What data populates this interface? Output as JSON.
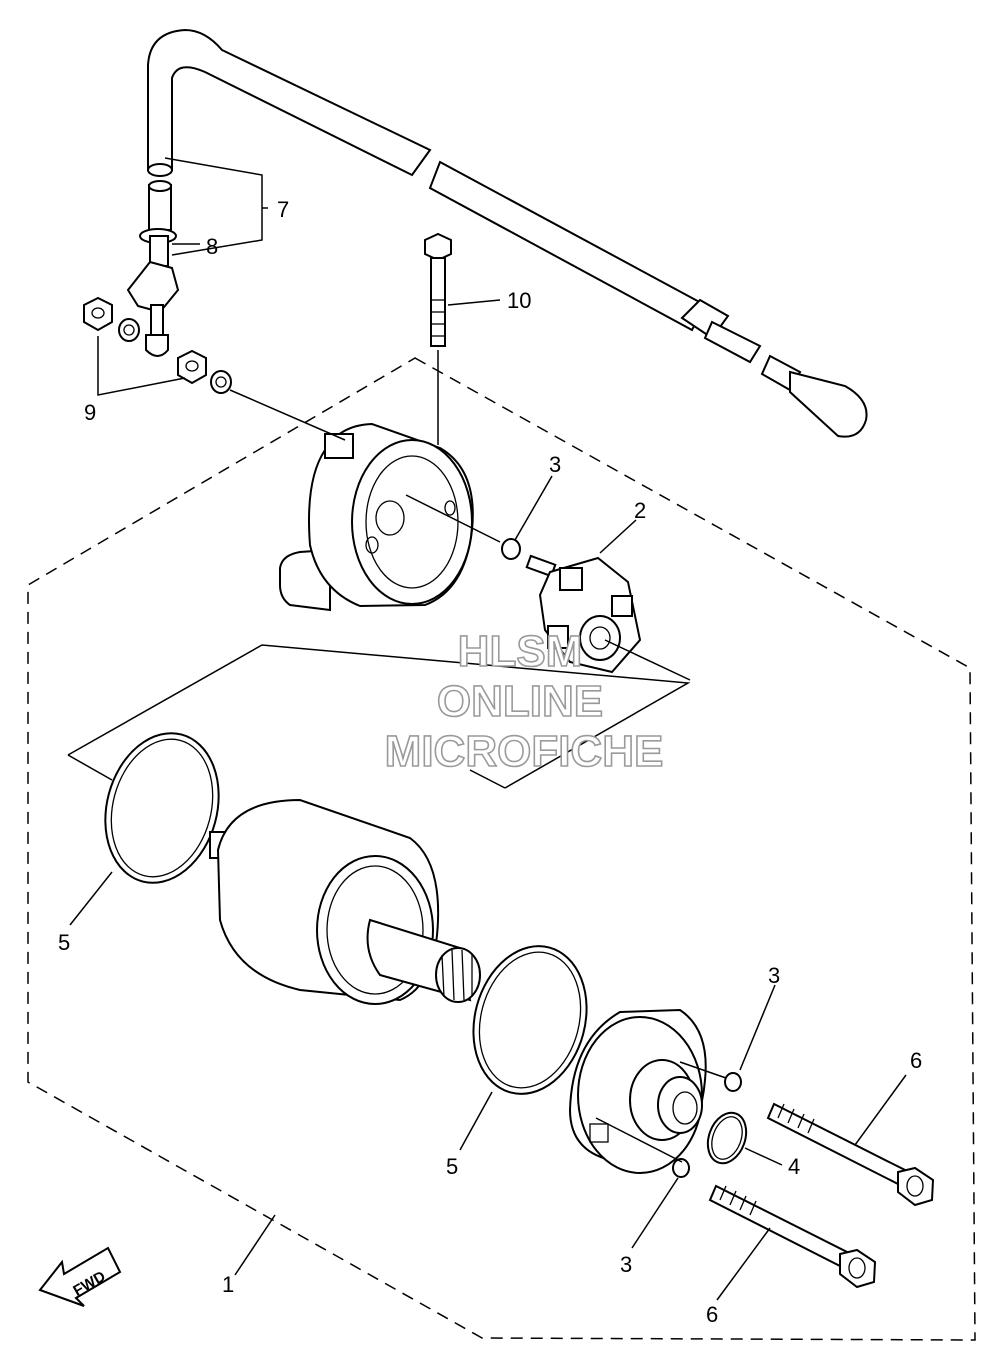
{
  "callouts": {
    "c1": "1",
    "c2": "2",
    "c3a": "3",
    "c3b": "3",
    "c3c": "3",
    "c4": "4",
    "c5a": "5",
    "c5b": "5",
    "c6a": "6",
    "c6b": "6",
    "c7": "7",
    "c8": "8",
    "c9": "9",
    "c10": "10"
  },
  "watermark": {
    "line1": "HLSM",
    "line2": "ONLINE",
    "line3": "MICROFICHE"
  },
  "direction_arrow": {
    "label": "FWD",
    "icon": "fwd-arrow-icon"
  }
}
